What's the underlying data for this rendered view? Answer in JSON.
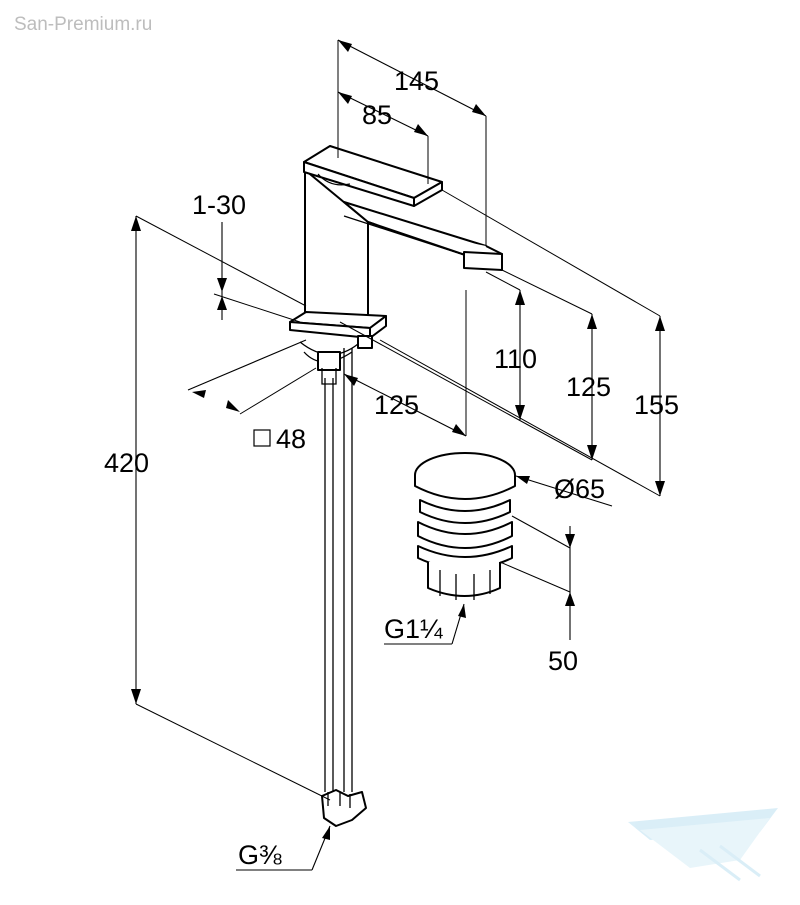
{
  "watermark": "San-Premium.ru",
  "dimensions": {
    "width_total": "145",
    "lever_length": "85",
    "adjust_range": "1-30",
    "height_110": "110",
    "height_125": "125",
    "height_155": "155",
    "spout_reach": "125",
    "square_base": "48",
    "hose_length": "420",
    "waste_diameter": "Ø65",
    "waste_height": "50",
    "waste_thread": "G1¼",
    "hose_thread": "G⅜"
  },
  "colors": {
    "line": "#000000",
    "watermark": "#bdbdbd",
    "logo": "#cfe9f5"
  }
}
